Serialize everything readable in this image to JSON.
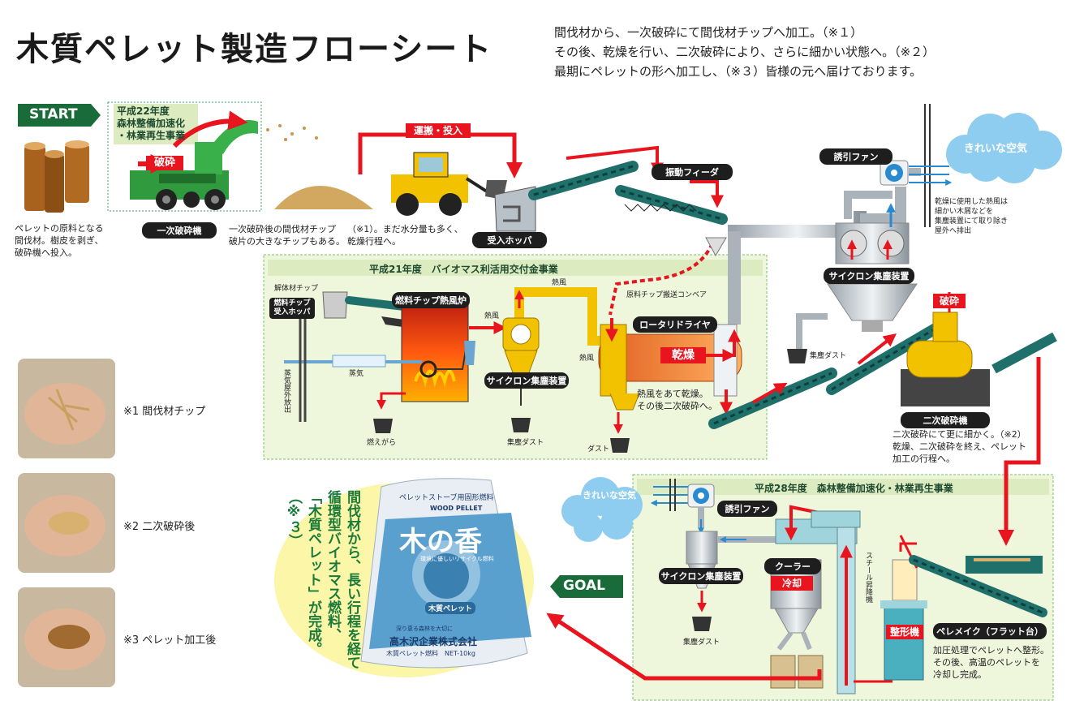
{
  "title": "木質ペレット製造フローシート",
  "intro": [
    "間伐材から、一次破砕にて間伐材チップへ加工。（※１）",
    "その後、乾燥を行い、二次破砕により、さらに細かい状態へ。（※２）",
    "最期にペレットの形へ加工し、（※３）皆様の元へ届けております。"
  ],
  "start_label": "START",
  "goal_label": "GOAL",
  "raw_material_text": [
    "ペレットの原料となる",
    "間伐材。樹皮を剥ぎ、",
    "破砕機へ投入。"
  ],
  "section1": {
    "title": [
      "平成22年度",
      "森林整備加速化",
      "・林業再生事業"
    ]
  },
  "crush_tag": "破砕",
  "primary_crusher": "一次破砕機",
  "after_primary_text": [
    "一次破砕後の間伐材チップ",
    "破片の大きなチップもある。"
  ],
  "note1_text": [
    "（※1）。まだ水分量も多く、",
    "乾燥行程へ。"
  ],
  "transport_label": "運搬・投入",
  "receiving_hopper": "受入ホッパ",
  "vibrating_feeder": "振動フィーダ",
  "induced_fan": "誘引ファン",
  "clean_air": "きれいな空気",
  "exhaust_text": [
    "乾燥に使用した熱風は",
    "細かい木屑などを",
    "集塵装置にて取り除き",
    "屋外へ排出"
  ],
  "cyclone": "サイクロン集塵装置",
  "dust_collected": "集塵ダスト",
  "section2": {
    "title": "平成21年度　バイオマス利活用交付金事業"
  },
  "kaitai_chip": "解体材チップ",
  "fuel_hopper": [
    "燃料チップ",
    "受入ホッパ"
  ],
  "hot_air_furnace": "燃料チップ熱風炉",
  "hot_air": "熱風",
  "steam": "蒸気",
  "steam_exhaust": "蒸気屋外放出",
  "cinders": "燃えがら",
  "fuel_conveyor": "原料チップ搬送コンベア",
  "rotary_dryer": "ロータリドライヤ",
  "dry_tag": "乾燥",
  "dryer_text": [
    "熱風をあて乾燥。",
    "その後二次破砕へ。"
  ],
  "dust": "ダスト",
  "secondary_crusher": "二次破砕機",
  "secondary_text": [
    "二次破砕にて更に細かく。（※2）",
    "乾燥、二次破砕を終え、ペレット",
    "加工の行程へ。"
  ],
  "section3": {
    "title": "平成28年度　森林整備加速化・林業再生事業"
  },
  "cooler": "クーラー",
  "cool_tag": "冷却",
  "steel_elevator": "スチール昇降機",
  "pellet_maker": "ペレメイク（フラット台）",
  "forming_tag": "整形機",
  "pellet_text": [
    "加圧処理でペレットへ整形。",
    "その後、高温のペレットを",
    "冷却し完成。"
  ],
  "slogan": [
    "間伐材から、長い行程を経て",
    "循環型バイオマス燃料、",
    "「木質ペレット」が完成。（※３）"
  ],
  "bag": {
    "top": "ペレットストーブ用固形燃料",
    "brand_en": "WOOD PELLET",
    "brand_jp": "木の香",
    "arc": "環境に優しいリサイクル燃料",
    "badge": "木質ペレット",
    "tagline": "深り恵る森林を大切に",
    "company": "高木沢企業株式会社",
    "net": "木質ペレット燃料　NET-10kg"
  },
  "samples": [
    "※1 間伐材チップ",
    "※2 二次破砕後",
    "※3 ペレット加工後"
  ],
  "colors": {
    "red": "#e8141e",
    "conveyor": "#1f6f6a",
    "section_bg": "#eef6dc",
    "section_border": "#7fbf6a",
    "machine_green": "#2f9a3e",
    "yellow": "#f2c200"
  }
}
